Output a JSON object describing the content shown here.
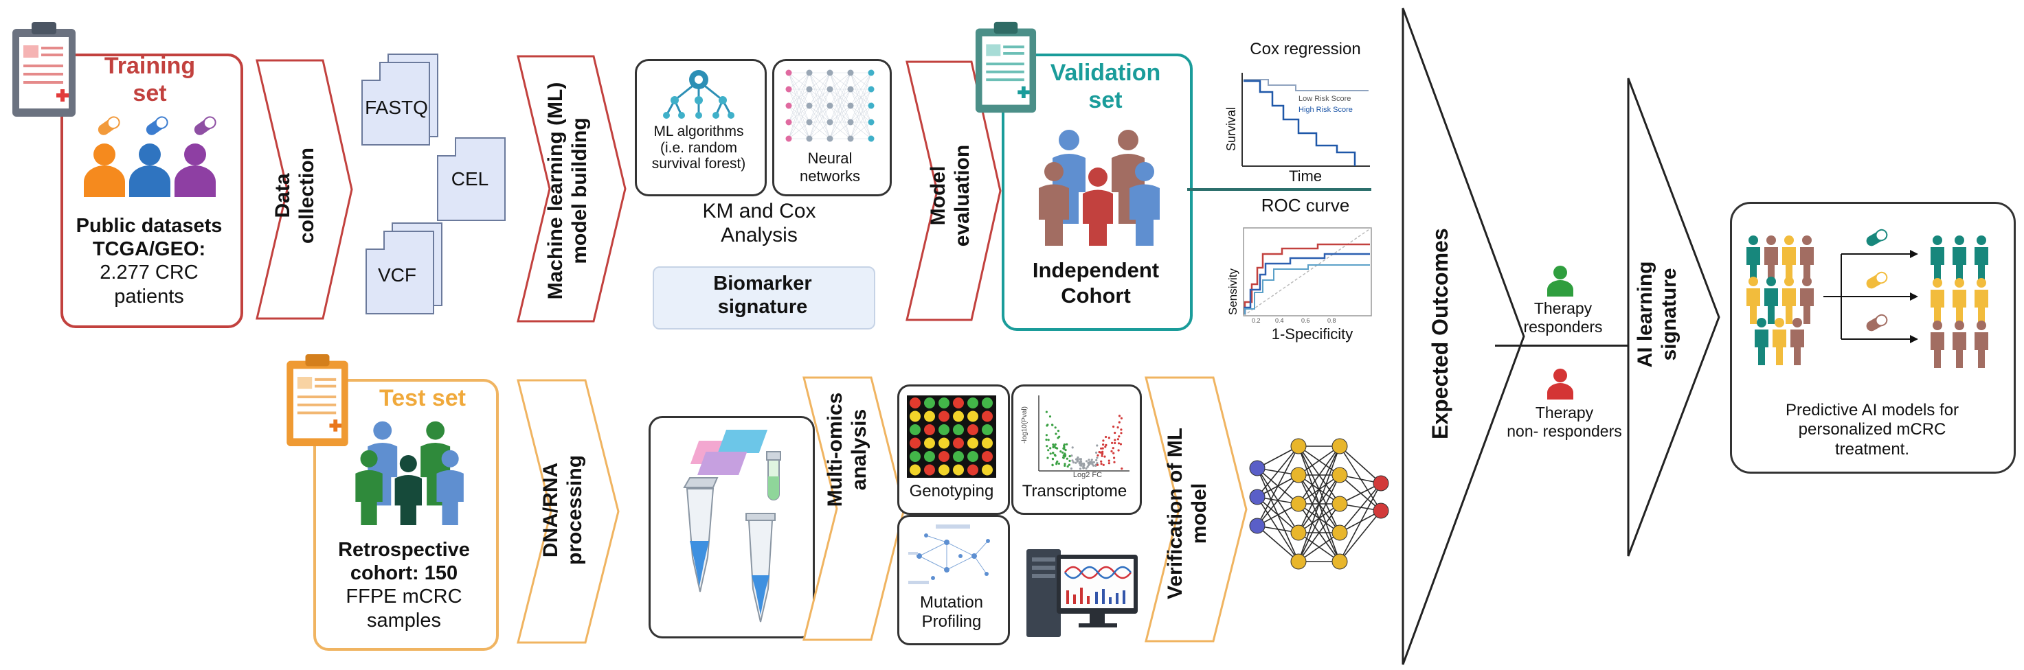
{
  "training": {
    "title_1": "Training",
    "title_2": "set",
    "line1": "Public datasets",
    "line2": "TCGA/GEO:",
    "line3": "2.277 CRC",
    "line4": "patients"
  },
  "steps": {
    "data_collection": [
      "Data",
      "collection"
    ],
    "ml_building": [
      "Machine learning (ML)",
      "model building"
    ],
    "model_evaluation": [
      "Model",
      "evaluation"
    ],
    "dna_rna": [
      "DNA/RNA",
      "processing"
    ],
    "multiomics": [
      "Multi-omics",
      "analysis"
    ],
    "verification": [
      "Verification of ML",
      "model"
    ],
    "expected": "Expected Outcomes",
    "ai_signature": [
      "AI learning",
      "signature"
    ]
  },
  "files": {
    "fastq": "FASTQ",
    "cel": "CEL",
    "vcf": "VCF"
  },
  "ml": {
    "algo_1": "ML algorithms",
    "algo_2": "(i.e. random",
    "algo_3": "survival forest)",
    "nn_1": "Neural",
    "nn_2": "networks",
    "km_1": "KM and Cox",
    "km_2": "Analysis",
    "biomarker_1": "Biomarker",
    "biomarker_2": "signature"
  },
  "validation": {
    "title_1": "Validation",
    "title_2": "set",
    "cohort_1": "Independent",
    "cohort_2": "Cohort"
  },
  "cox": {
    "title": "Cox regression",
    "ylabel": "Survival",
    "xlabel": "Time",
    "legend_low": "Low Risk Score",
    "legend_high": "High Risk Score"
  },
  "roc": {
    "title": "ROC curve",
    "ylabel": "Sensivity",
    "xlabel": "1-Specificity"
  },
  "test": {
    "title": "Test set",
    "line1": "Retrospective",
    "line2": "cohort: 150",
    "line3": "FFPE mCRC",
    "line4": "samples"
  },
  "omics": {
    "genotyping": "Genotyping",
    "transcriptome": "Transcriptome",
    "mutation_1": "Mutation",
    "mutation_2": "Profiling",
    "volcano_y": "-log10(Pval)",
    "volcano_x": "Log2 FC"
  },
  "outcomes": {
    "resp_1": "Therapy",
    "resp_2": "responders",
    "nonresp_1": "Therapy",
    "nonresp_2": "non- responders"
  },
  "final": {
    "line1": "Predictive AI models for",
    "line2": "personalized mCRC",
    "line3": "treatment."
  },
  "colors": {
    "training": "#c2413e",
    "validation": "#1a9c9a",
    "test": "#f0a93b",
    "arrow_red": "#c2413e",
    "arrow_orange": "#f0b461",
    "teal_person": "#17877c",
    "yellow_person": "#f2bc3c",
    "brown_person": "#a26d62",
    "blue_person": "#5f8fd0",
    "green_person": "#2f8a3b"
  }
}
